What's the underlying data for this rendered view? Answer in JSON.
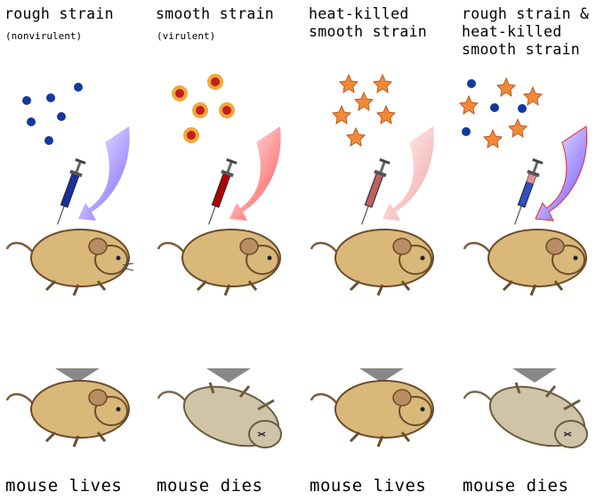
{
  "columns": [
    {
      "title": "rough strain",
      "subtitle": "(nonvirulent)",
      "outcome": "mouse lives",
      "bacteria": "blue-dots",
      "arrow_color": "#7a5cff",
      "syringe_color": "#1b2f9e",
      "result": "lives"
    },
    {
      "title": "smooth strain",
      "subtitle": "(virulent)",
      "outcome": "mouse dies",
      "bacteria": "red-cells",
      "arrow_color": "#ff4a4a",
      "syringe_color": "#b00000",
      "result": "dies"
    },
    {
      "title": "heat-killed\nsmooth strain",
      "subtitle": "",
      "outcome": "mouse lives",
      "bacteria": "orange-stars",
      "arrow_color": "#f2a0a0",
      "syringe_color": "#c06060",
      "result": "lives"
    },
    {
      "title": "rough strain &\nheat-killed\nsmooth strain",
      "subtitle": "",
      "outcome": "mouse dies",
      "bacteria": "mixed",
      "arrow_color": "#6a4cff",
      "syringe_color": "#3050c0",
      "result": "dies"
    }
  ],
  "colors": {
    "mouse_alive": "#d9b87a",
    "mouse_dead": "#cfc4a8",
    "rough": "#123a9e",
    "smooth": "#c41e1e",
    "star": "#f08a3a"
  },
  "icons": [
    "bacteria-icon",
    "syringe-icon",
    "curved-arrow-icon",
    "mouse-icon",
    "down-triangle-icon"
  ]
}
